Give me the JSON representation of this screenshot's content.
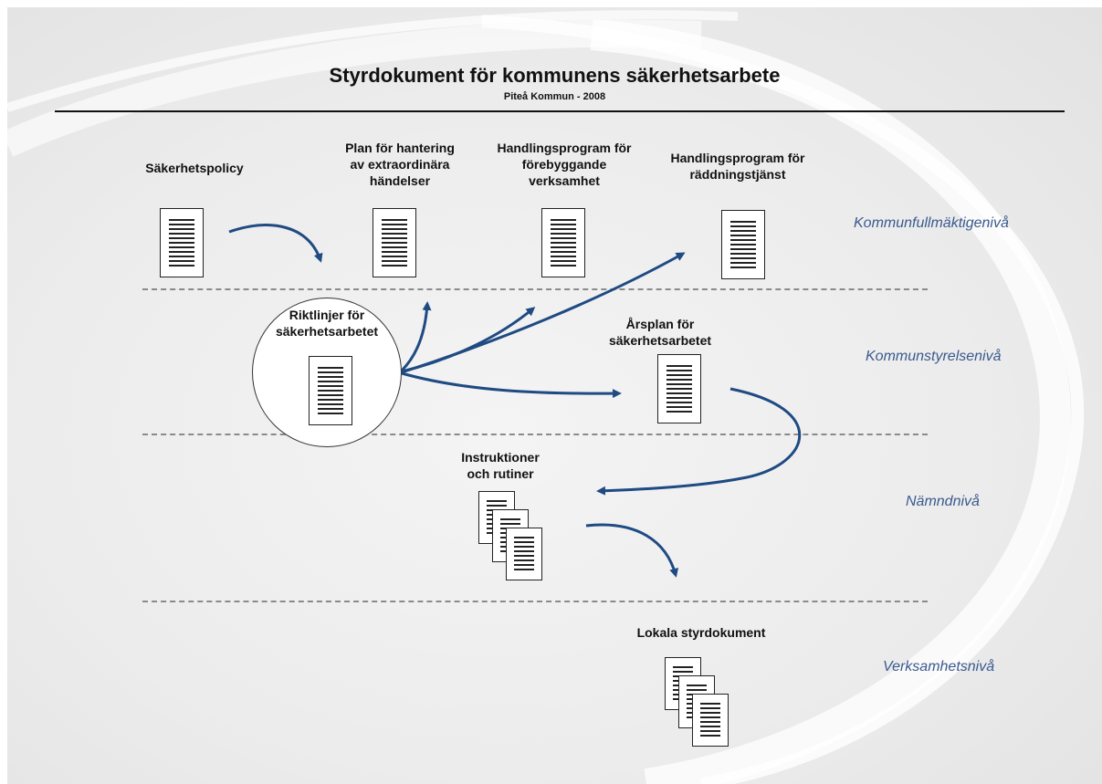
{
  "header": {
    "title": "Styrdokument för kommunens säkerhetsarbete",
    "subtitle": "Piteå Kommun - 2008"
  },
  "levels": {
    "fullmaktige": "Kommunfullmäktigenivå",
    "styrelse": "Kommunstyrelsenivå",
    "namnd": "Nämndnivå",
    "verksamhet": "Verksamhetsnivå"
  },
  "documents": {
    "sakerhetspolicy": "Säkerhetspolicy",
    "plan_extraordinara": "Plan för hantering\nav extraordinära\nhändelser",
    "handlingsprogram_forebyggande": "Handlingsprogram för\nförebyggande\nverksamhet",
    "handlingsprogram_raddning": "Handlingsprogram för\nräddningstjänst",
    "riktlinjer": "Riktlinjer för\nsäkerhetsarbetet",
    "arsplan": "Årsplan för\nsäkerhetsarbetet",
    "instruktioner": "Instruktioner\noch rutiner",
    "lokala": "Lokala styrdokument"
  },
  "colors": {
    "arrow": "#1f4a82",
    "level_text": "#3a5a8f"
  }
}
